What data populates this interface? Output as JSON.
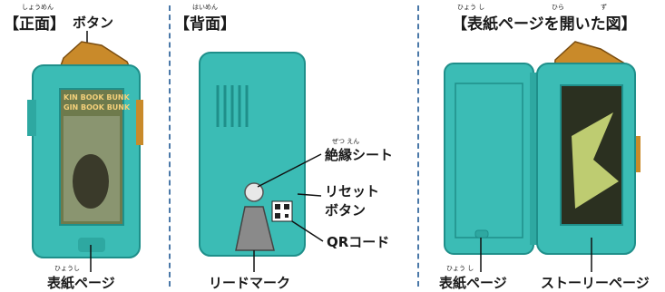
{
  "front": {
    "heading": "【正面】",
    "heading_ruby": "しょうめん",
    "button_label": "ボタン",
    "cover_label": "表紙ページ",
    "cover_ruby": "ひょうし",
    "card_title_line1": "KIN BOOK BUNK",
    "card_title_line2": "GIN BOOK BUNK"
  },
  "back": {
    "heading": "【背面】",
    "heading_ruby": "はいめん",
    "insulation_label": "絶縁シート",
    "insulation_ruby": "ぜつ えん",
    "reset_label_line1": "リセット",
    "reset_label_line2": "ボタン",
    "qr_label": "QRコード",
    "lead_label": "リードマーク"
  },
  "open": {
    "heading": "【表紙ページを開いた図】",
    "heading_ruby_cover": "ひょう し",
    "heading_ruby_open": "ひら",
    "heading_ruby_fig": "ず",
    "cover_label": "表紙ページ",
    "cover_ruby": "ひょう し",
    "story_label": "ストーリーページ"
  },
  "colors": {
    "teal": "#3bbcb5",
    "teal_dark": "#1f8f8a",
    "gold": "#c98a2a",
    "divider": "#4a78a8"
  }
}
